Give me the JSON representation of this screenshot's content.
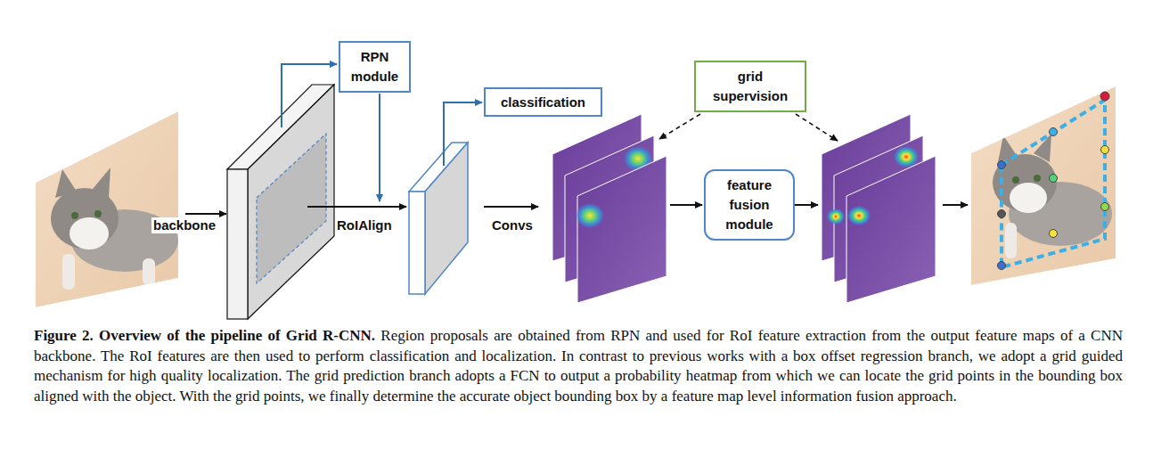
{
  "diagram": {
    "title": "Figure 2. Overview of the pipeline of Grid R-CNN.",
    "caption": "Region proposals are obtained from RPN and used for RoI feature extraction from the output feature maps of a CNN backbone. The RoI features are then used to perform classification and localization. In contrast to previous works with a box offset regression branch, we adopt a grid guided mechanism for high quality localization. The grid prediction branch adopts a FCN to output a probability heatmap from which we can locate the grid points in the bounding box aligned with the object. With the grid points, we finally determine the accurate object bounding box by a feature map level information fusion approach.",
    "nodes": [
      {
        "text": [
          "RPN module"
        ]
      },
      {
        "text": [
          "classification"
        ]
      },
      {
        "text": [
          "grid supervision"
        ]
      },
      {
        "text": [
          "feature fusion module"
        ]
      }
    ],
    "labels": [
      "backbone",
      "RoIAlign",
      "Convs"
    ]
  }
}
